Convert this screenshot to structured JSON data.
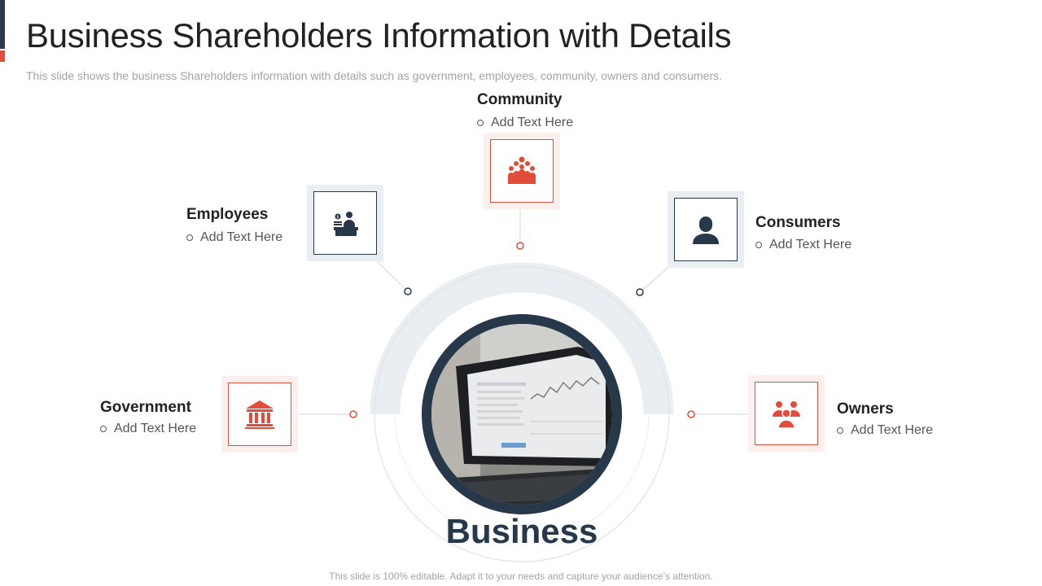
{
  "header": {
    "title": "Business Shareholders Information with Details",
    "subtitle": "This slide shows the business Shareholders information with details such as government, employees, community, owners and consumers."
  },
  "center": {
    "label": "Business",
    "image": "laptop-stock-chart-photo"
  },
  "nodes": {
    "community": {
      "title": "Community",
      "text": "Add Text Here",
      "icon": "community-icon",
      "color": "#e14d3a"
    },
    "employees": {
      "title": "Employees",
      "text": "Add Text Here",
      "icon": "employee-desk-icon",
      "color": "#26384a"
    },
    "consumers": {
      "title": "Consumers",
      "text": "Add Text Here",
      "icon": "consumer-icon",
      "color": "#26384a"
    },
    "government": {
      "title": "Government",
      "text": "Add Text Here",
      "icon": "government-building-icon",
      "color": "#e14d3a"
    },
    "owners": {
      "title": "Owners",
      "text": "Add Text Here",
      "icon": "owners-group-icon",
      "color": "#e14d3a"
    }
  },
  "footer": {
    "text": "This slide is 100% editable. Adapt it to your needs and capture your audience’s attention."
  },
  "colors": {
    "accent_red": "#e14d3a",
    "navy": "#26384a",
    "arc_gray": "#e9eef3"
  }
}
